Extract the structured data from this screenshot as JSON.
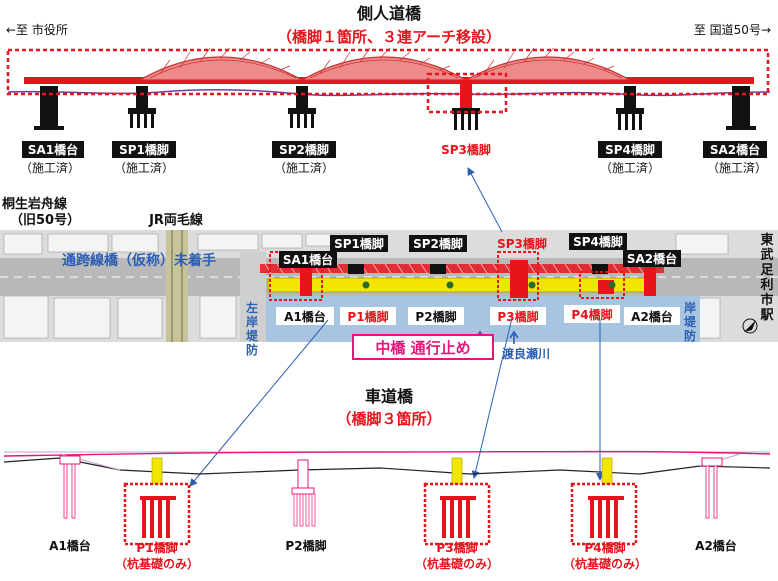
{
  "colors": {
    "red": "#e8141c",
    "blue": "#2c5fb4",
    "black": "#111111",
    "arch": "#ef8a8a",
    "road": "#b9b9b9",
    "yellow": "#f2e600",
    "magenta": "#e8147a"
  },
  "pedestrian": {
    "title": "側人道橋",
    "subtitle": "（橋脚１箇所、３連アーチ移設）",
    "left_dir": "←至 市役所",
    "right_dir": "至 国道50号→",
    "supports": [
      {
        "name": "SA1橋台",
        "note": "（施工済）"
      },
      {
        "name": "SP1橋脚",
        "note": "（施工済）"
      },
      {
        "name": "SP2橋脚",
        "note": "（施工済）"
      },
      {
        "name": "SP3橋脚",
        "note": ""
      },
      {
        "name": "SP4橋脚",
        "note": "（施工済）"
      },
      {
        "name": "SA2橋台",
        "note": "（施工済）"
      }
    ]
  },
  "plan": {
    "road_left": "桐生岩舟線",
    "road_left_sub": "（旧50号）",
    "jr_line": "JR両毛線",
    "temp_bridge": "通跨線橋（仮称）未着手",
    "station": "東武足利市駅",
    "left_bank": "左岸堤防",
    "right_bank": "岸堤防",
    "river": "渡良瀬川",
    "closure": "中橋 通行止め",
    "upper_labels": [
      "SA1橋台",
      "SP1橋脚",
      "SP2橋脚",
      "SP3橋脚",
      "SP4橋脚",
      "SA2橋台"
    ],
    "lower_labels": [
      "A1橋台",
      "P1橋脚",
      "P2橋脚",
      "P3橋脚",
      "P4橋脚",
      "A2橋台"
    ]
  },
  "road_bridge": {
    "title": "車道橋",
    "subtitle": "（橋脚３箇所）",
    "labels": [
      {
        "name": "A1橋台",
        "note": ""
      },
      {
        "name": "P1橋脚",
        "note": "（杭基礎のみ）"
      },
      {
        "name": "P2橋脚",
        "note": ""
      },
      {
        "name": "P3橋脚",
        "note": "（杭基礎のみ）"
      },
      {
        "name": "P4橋脚",
        "note": "（杭基礎のみ）"
      },
      {
        "name": "A2橋台",
        "note": ""
      }
    ]
  }
}
